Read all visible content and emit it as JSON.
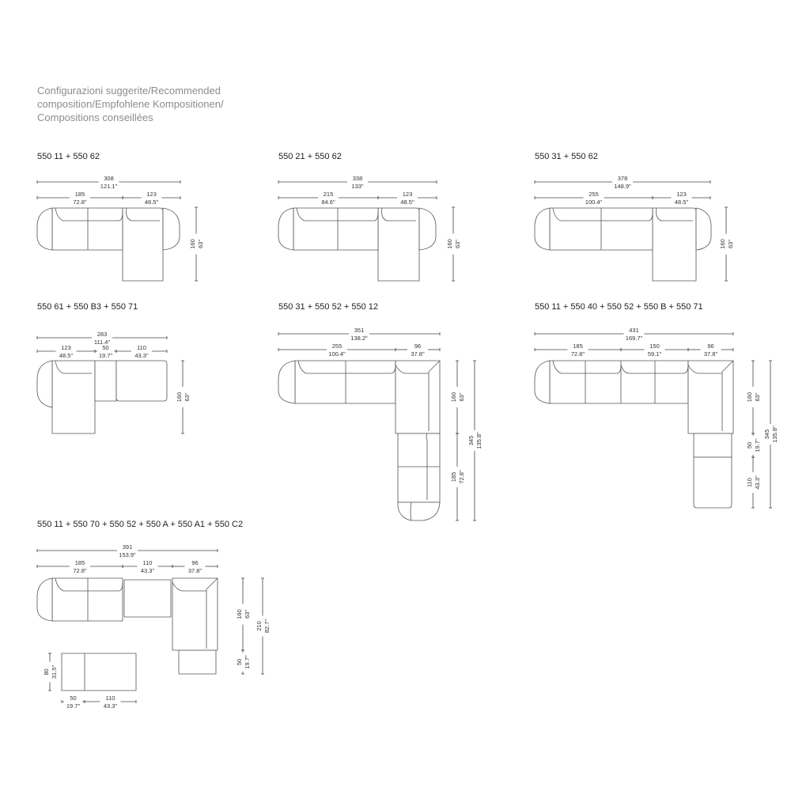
{
  "heading": [
    "Configurazioni suggerite/Recommended",
    "composition/Empfohlene Kompositionen/",
    "Compositions conseillées"
  ],
  "configs": [
    {
      "title": "550 11 + 550 62",
      "dims": [
        [
          "308",
          "121.1\""
        ],
        [
          "185",
          "72.8\""
        ],
        [
          "123",
          "48.5\""
        ],
        [
          "160",
          "63\""
        ]
      ]
    },
    {
      "title": "550 21 + 550 62",
      "dims": [
        [
          "338",
          "133\""
        ],
        [
          "215",
          "84.6\""
        ],
        [
          "123",
          "48.5\""
        ],
        [
          "160",
          "63\""
        ]
      ]
    },
    {
      "title": "550 31 + 550 62",
      "dims": [
        [
          "378",
          "148.9\""
        ],
        [
          "255",
          "100.4\""
        ],
        [
          "123",
          "48.5\""
        ],
        [
          "160",
          "63\""
        ]
      ]
    },
    {
      "title": "550 61 + 550 B3 + 550 71",
      "dims": [
        [
          "283",
          "111.4\""
        ],
        [
          "123",
          "48.5\""
        ],
        [
          "50",
          "19.7\""
        ],
        [
          "110",
          "43.3\""
        ],
        [
          "160",
          "63\""
        ]
      ]
    },
    {
      "title": "550 31 + 550 52 + 550 12",
      "dims": [
        [
          "351",
          "138.2\""
        ],
        [
          "255",
          "100.4\""
        ],
        [
          "96",
          "37.8\""
        ],
        [
          "160",
          "63\""
        ],
        [
          "185",
          "72.8\""
        ],
        [
          "345",
          "135.8\""
        ]
      ]
    },
    {
      "title": "550 11 + 550 40 + 550 52 + 550 B + 550 71",
      "dims": [
        [
          "431",
          "169.7\""
        ],
        [
          "185",
          "72.8\""
        ],
        [
          "150",
          "59.1\""
        ],
        [
          "96",
          "37.8\""
        ],
        [
          "160",
          "63\""
        ],
        [
          "50",
          "19.7\""
        ],
        [
          "110",
          "43.3\""
        ],
        [
          "345",
          "135.8\""
        ]
      ]
    },
    {
      "title": "550 11 + 550 70 + 550 52 + 550 A + 550 A1 + 550 C2",
      "dims": [
        [
          "391",
          "153.9\""
        ],
        [
          "185",
          "72.8\""
        ],
        [
          "110",
          "43.3\""
        ],
        [
          "96",
          "37.8\""
        ],
        [
          "160",
          "63\""
        ],
        [
          "50",
          "19.7\""
        ],
        [
          "210",
          "82.7\""
        ],
        [
          "80",
          "31.5\""
        ],
        [
          "50",
          "19.7\""
        ],
        [
          "110",
          "43.3\""
        ]
      ]
    }
  ]
}
